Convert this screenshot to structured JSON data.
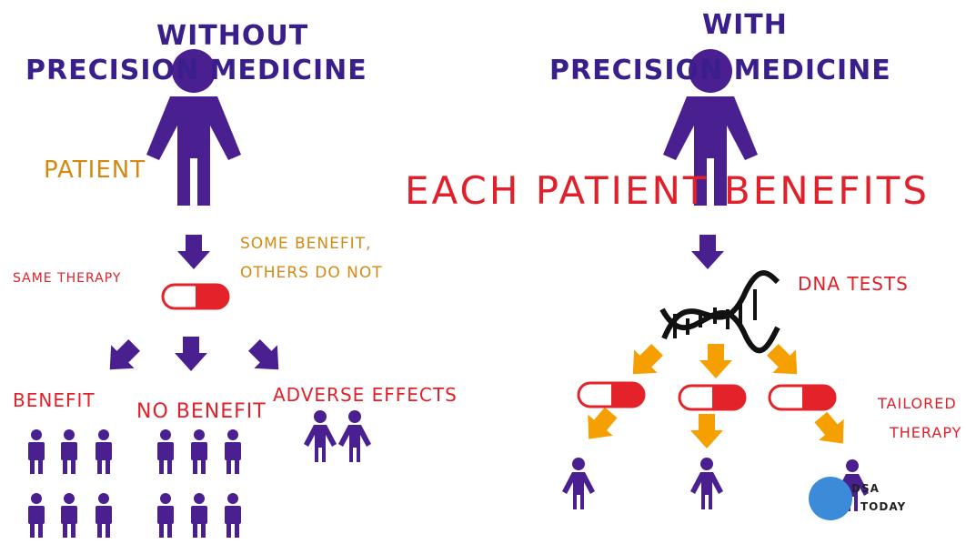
{
  "left": {
    "title_line1": "WITHOUT",
    "title_line2": "PRECISION MEDICINE",
    "patient_label": "PATIENT",
    "therapy_label": "SAME THERAPY",
    "note_line1": "SOME BENEFIT,",
    "note_line2": "OTHERS DO NOT",
    "outcomes": [
      "BENEFIT",
      "NO BENEFIT",
      "ADVERSE EFFECTS"
    ]
  },
  "right": {
    "title_line1": "WITH",
    "title_line2": "PRECISION MEDICINE",
    "headline": "EACH PATIENT BENEFITS",
    "dna_label": "DNA TESTS",
    "tailored_line1": "TAILORED",
    "tailored_line2": "THERAPY"
  },
  "logo": {
    "line1": "DSA",
    "line2": "TODAY"
  },
  "colors": {
    "figure": "#4a1f8f",
    "arrow_left": "#4a1f8f",
    "arrow_right": "#f5a000",
    "pill_red": "#e3222a",
    "orange_text": "#d38a12",
    "red_text": "#e0202a",
    "logo_circle": "#3b8bd9"
  }
}
